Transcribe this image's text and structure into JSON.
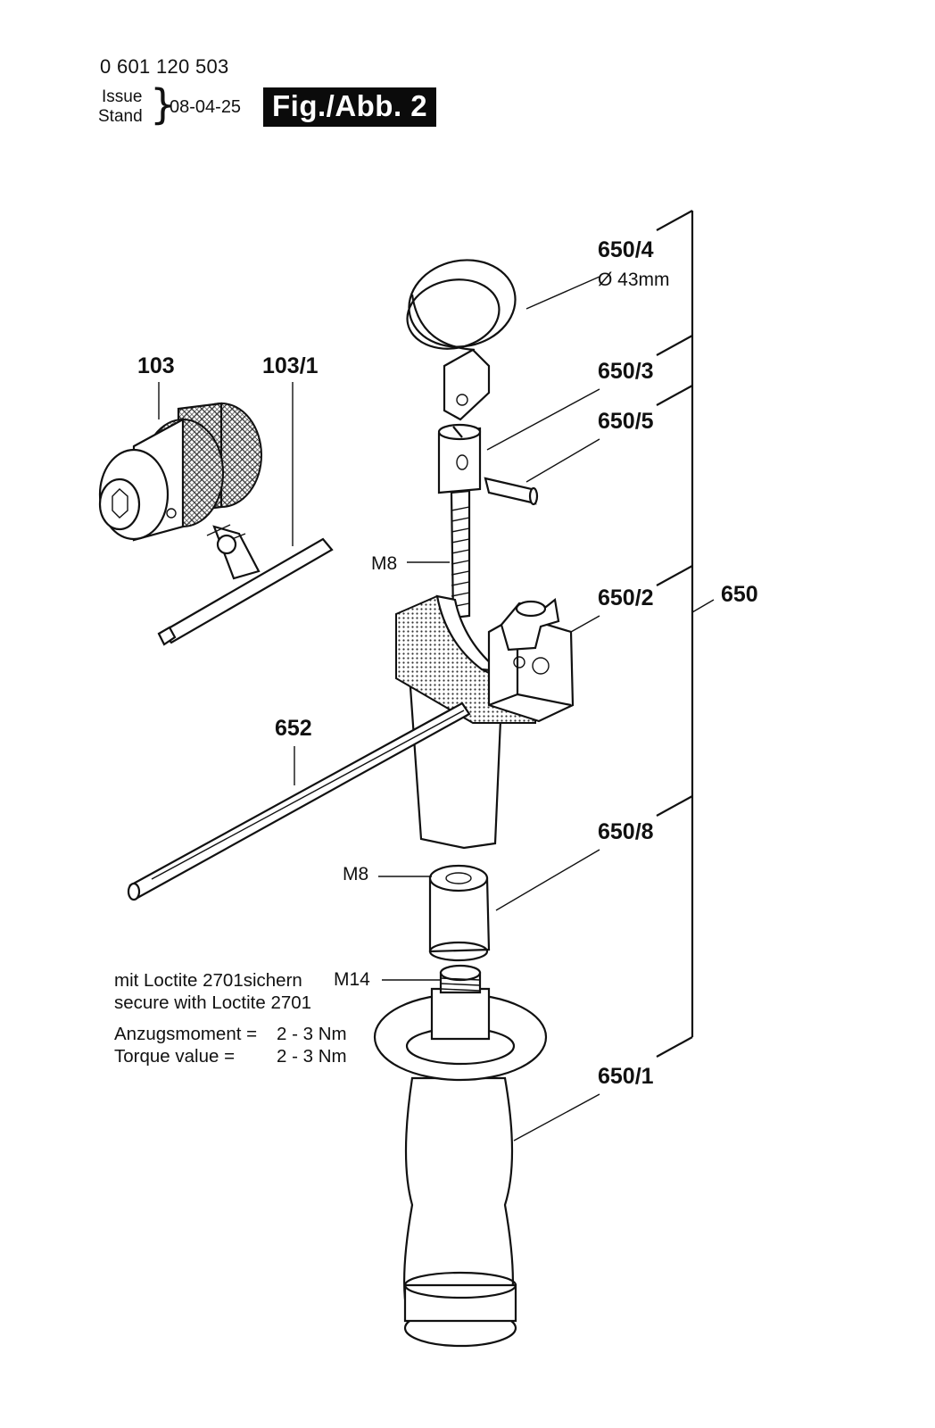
{
  "header": {
    "part_number": "0 601 120 503",
    "issue_label": "Issue",
    "stand_label": "Stand",
    "date": "08-04-25",
    "figure_label": "Fig./Abb. 2"
  },
  "parts": {
    "p103": "103",
    "p103_1": "103/1",
    "p650_4": "650/4",
    "p650_4_dia": "Ø 43mm",
    "p650_3": "650/3",
    "p650_5": "650/5",
    "p650_2": "650/2",
    "p650": "650",
    "p652": "652",
    "p650_8": "650/8",
    "p650_1": "650/1",
    "thread_m8_top": "M8",
    "thread_m8_bottom": "M8",
    "thread_m14": "M14"
  },
  "notes": {
    "loctite_de": "mit Loctite 2701sichern",
    "loctite_en": "secure with Loctite 2701",
    "torque_de_label": "Anzugsmoment =",
    "torque_de_value": "2 - 3 Nm",
    "torque_en_label": "Torque value =",
    "torque_en_value": "2 - 3 Nm"
  }
}
